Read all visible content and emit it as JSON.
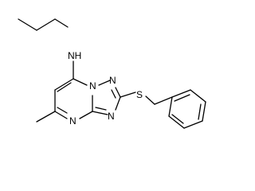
{
  "molecule": {
    "atoms": {
      "n_amine": "NH",
      "n1": "N",
      "n2": "N",
      "n3": "N",
      "n4": "N",
      "s": "S"
    }
  }
}
